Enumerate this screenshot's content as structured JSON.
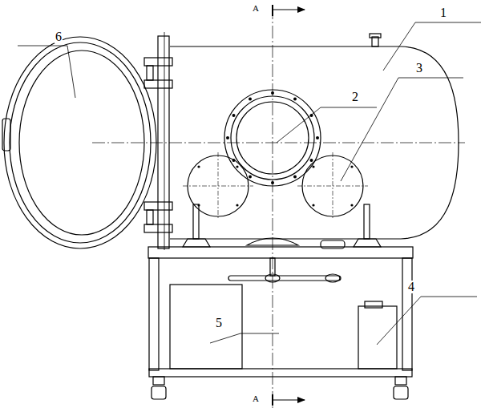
{
  "diagram": {
    "labels": [
      "A",
      "1",
      "6",
      "2",
      "3",
      "4",
      "5",
      "A"
    ]
  }
}
